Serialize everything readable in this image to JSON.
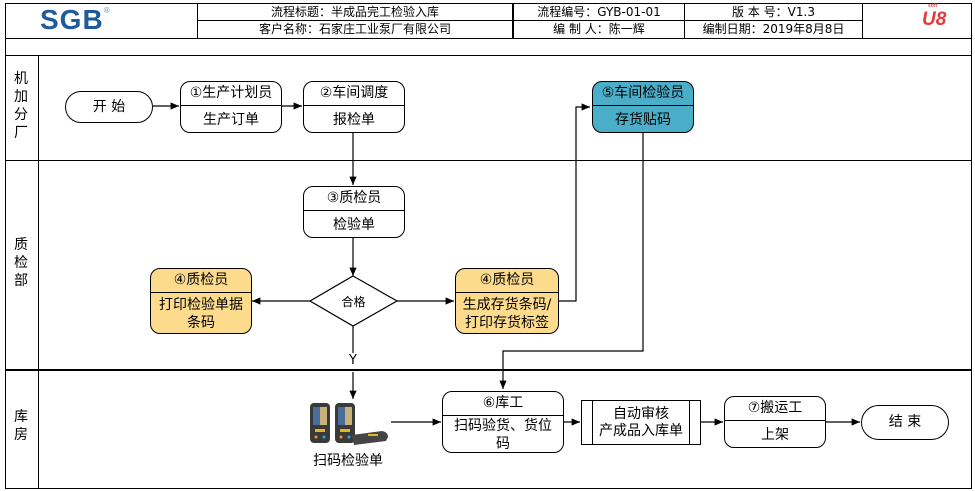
{
  "header": {
    "logo_left": "SGB",
    "logo_left_mark": "®",
    "title_label": "流程标题：半成品完工检验入库",
    "customer_label": "客户名称：石家庄工业泵厂有限公司",
    "process_no": "流程编号：GYB-01-01",
    "author": "编 制 人：陈一辉",
    "version": "版 本 号：V1.3",
    "date": "编制日期：2019年8月8日",
    "logo_right": "U8",
    "logo_right_mark": "soft"
  },
  "lanes": [
    {
      "label": "机\n加\n分\n厂"
    },
    {
      "label": "质\n检\n部"
    },
    {
      "label": "库\n房"
    }
  ],
  "nodes": {
    "start": "开 始",
    "step1": {
      "title": "①生产计划员",
      "body": "生产订单"
    },
    "step2": {
      "title": "②车间调度",
      "body": "报检单"
    },
    "step5": {
      "title": "⑤车间检验员",
      "body": "存货贴码"
    },
    "step3": {
      "title": "③质检员",
      "body": "检验单"
    },
    "step4_left": {
      "title": "④质检员",
      "body_line1": "打印检验单据",
      "body_line2": "条码"
    },
    "decision": "合格",
    "step4_right": {
      "title": "④质检员",
      "body_line1": "生成存货条码/",
      "body_line2": "打印存货标签"
    },
    "yes_label": "Y",
    "scanner_caption": "扫码检验单",
    "step6": {
      "title": "⑥库工",
      "body_line1": "扫码验货、货位",
      "body_line2": "码"
    },
    "auto": {
      "line1": "自动审核",
      "line2": "产成品入库单"
    },
    "step7": {
      "title": "⑦搬运工",
      "body": "上架"
    },
    "end": "结 束"
  },
  "colors": {
    "yellow_box": "#fcdc8c",
    "teal_box": "#4aaec8",
    "sgb_blue": "#1e5b9c",
    "u8_red": "#e23a3a"
  }
}
